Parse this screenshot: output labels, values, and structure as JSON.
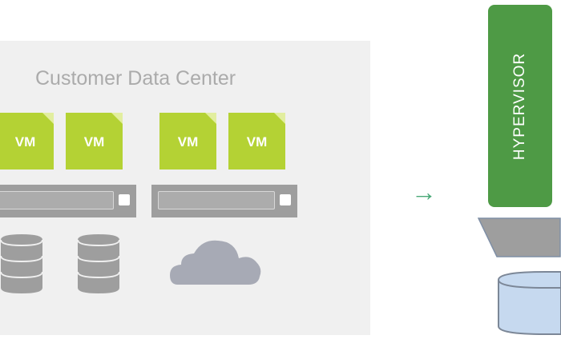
{
  "diagram": {
    "panel_title": "Customer Data Center",
    "vms": [
      {
        "label": "VM"
      },
      {
        "label": "VM"
      },
      {
        "label": "VM"
      },
      {
        "label": "VM"
      }
    ],
    "arrow_icon": "right-arrow-icon",
    "hypervisor_label": "HYPERVISOR",
    "icons": [
      "server-rack-icon",
      "database-icon",
      "cloud-icon"
    ]
  },
  "colors": {
    "vm_green": "#b4d234",
    "hypervisor_green": "#4e9a45",
    "arrow_green": "#4aa978",
    "panel_gray": "#f0f0f0",
    "storage_gray": "#9e9e9e",
    "db_blue": "#c6d9ef"
  }
}
